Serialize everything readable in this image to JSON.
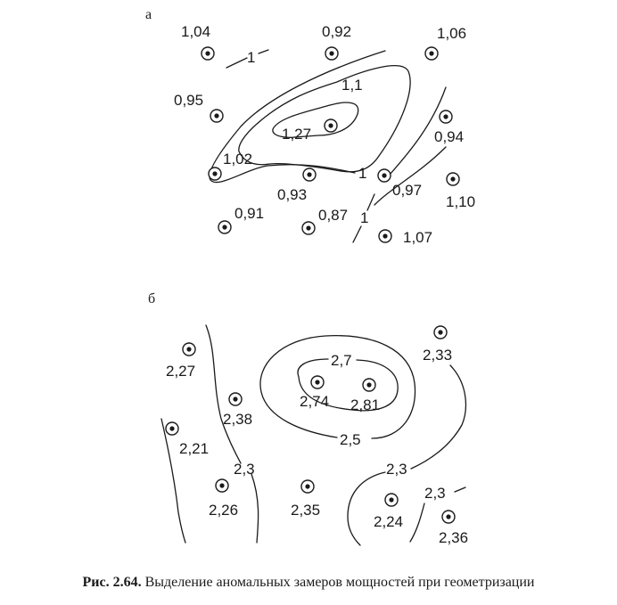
{
  "panels": [
    {
      "letter": "а",
      "points": [
        {
          "label": "1,04"
        },
        {
          "label": "0,92"
        },
        {
          "label": "1,06"
        },
        {
          "label": "0,95"
        },
        {
          "label": "1,27"
        },
        {
          "label": "0,94"
        },
        {
          "label": "1,02"
        },
        {
          "label": "0,93"
        },
        {
          "label": "1,10"
        },
        {
          "label": "0,97"
        },
        {
          "label": "0,91"
        },
        {
          "label": "0,87"
        },
        {
          "label": "1,07"
        }
      ],
      "isolines": [
        {
          "label": "1"
        },
        {
          "label": "1,1"
        },
        {
          "label": "1"
        },
        {
          "label": "1"
        }
      ]
    },
    {
      "letter": "б",
      "points": [
        {
          "label": "2,27"
        },
        {
          "label": "2,33"
        },
        {
          "label": "2,74"
        },
        {
          "label": "2,81"
        },
        {
          "label": "2,38"
        },
        {
          "label": "2,21"
        },
        {
          "label": "2,26"
        },
        {
          "label": "2,35"
        },
        {
          "label": "2,24"
        },
        {
          "label": "2,36"
        }
      ],
      "isolines": [
        {
          "label": "2,7"
        },
        {
          "label": "2,5"
        },
        {
          "label": "2,3"
        },
        {
          "label": "2,3"
        },
        {
          "label": "2,3"
        }
      ]
    }
  ],
  "caption": {
    "label": "Рис. 2.64.",
    "text": "Выделение аномальных замеров мощностей при геометризации"
  }
}
